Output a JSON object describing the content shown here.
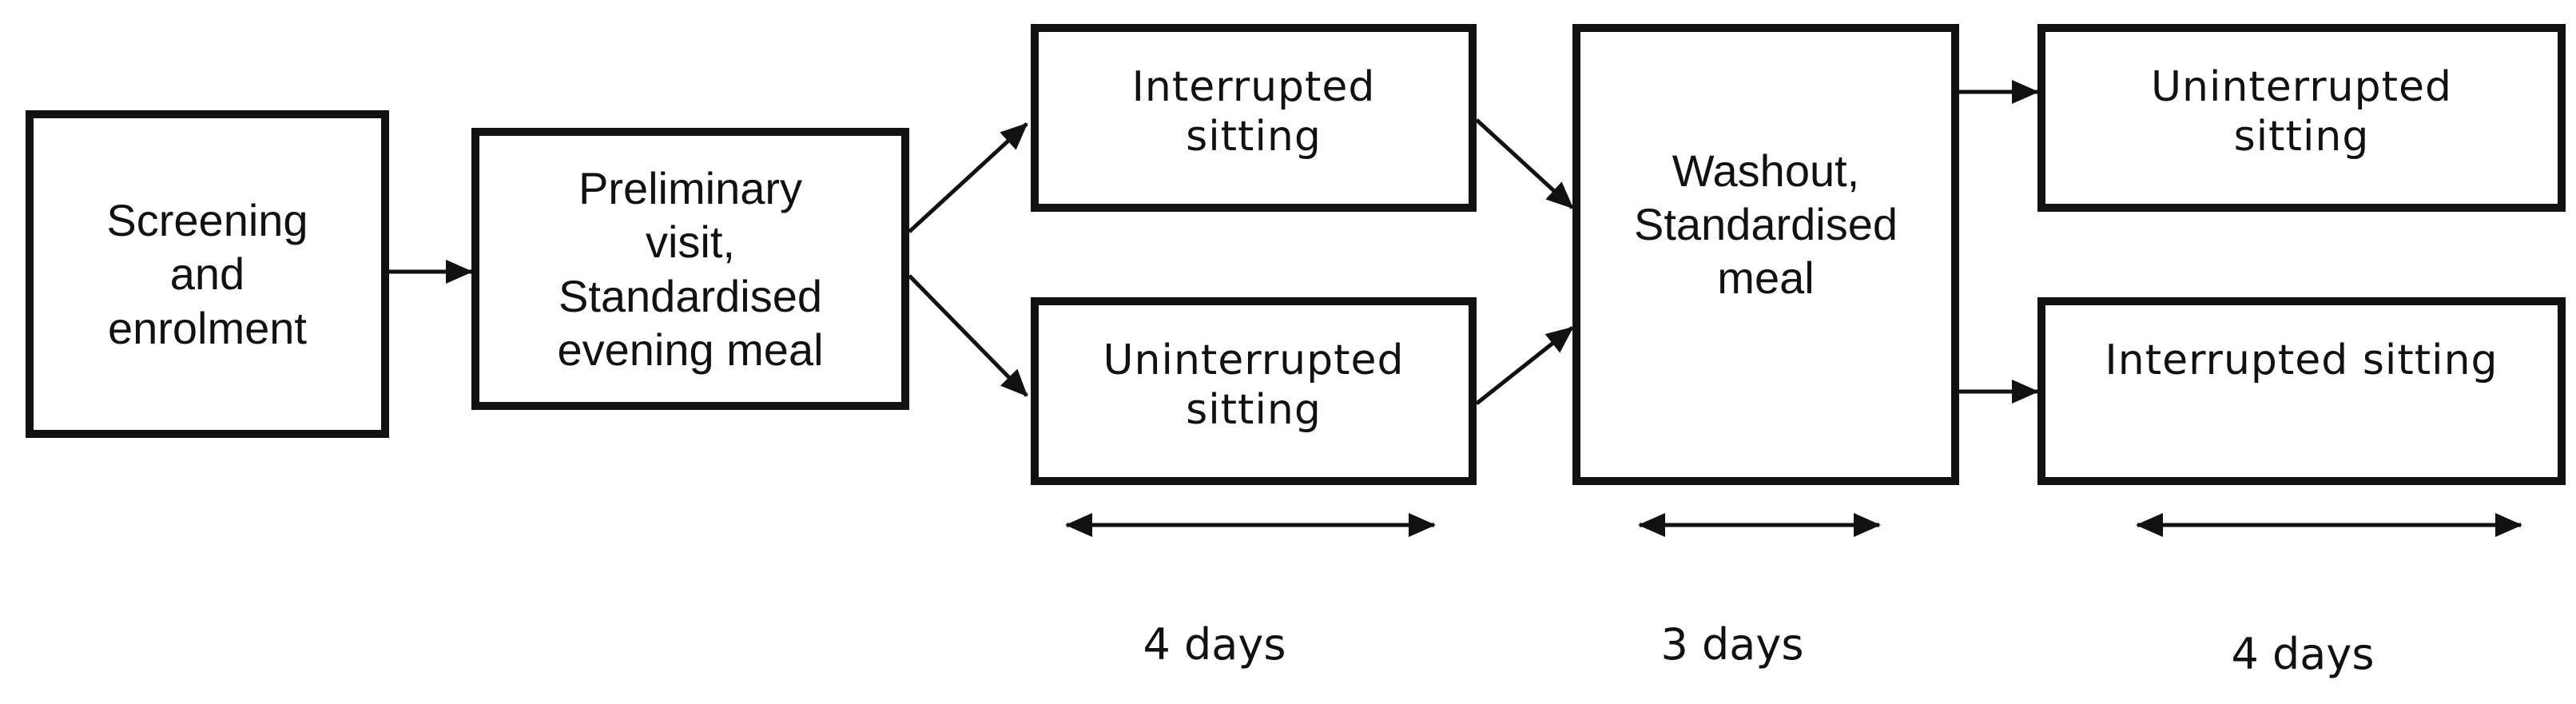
{
  "diagram": {
    "boxes": {
      "screening": "Screening\nand\nenrolment",
      "preliminary": "Preliminary\nvisit,\nStandardised\nevening meal",
      "period1_interrupted": "Interrupted\nsitting",
      "period1_uninterrupted": "Uninterrupted\nsitting",
      "washout": "Washout,\nStandardised\nmeal",
      "period2_uninterrupted": "Uninterrupted\nsitting",
      "period2_interrupted": "Interrupted sitting"
    },
    "durations": {
      "period1": "4 days",
      "washout": "3 days",
      "period2": "4 days"
    }
  }
}
